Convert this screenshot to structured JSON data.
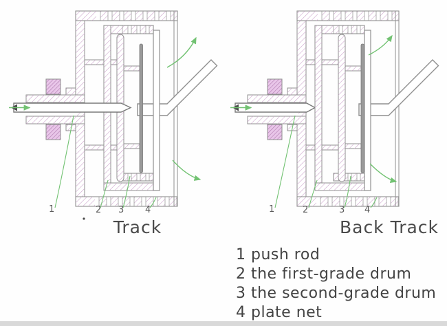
{
  "captions": {
    "left": "Track",
    "right": "Back Track"
  },
  "part_numbers": {
    "n1": "1",
    "n2": "2",
    "n3": "3",
    "n4": "4"
  },
  "legend": {
    "items": [
      "1 push rod",
      "2 the first-grade drum",
      "3 the second-grade drum",
      "4 plate net"
    ]
  },
  "colors": {
    "hatch": "#c9a0c9",
    "hatch_dense": "#b37fb3",
    "flange_fill": "#e9c6e9",
    "wall_outline": "#8f8f8f",
    "metal_outline": "#7a7a7a",
    "plate_fill": "#9a9a9a",
    "green": "#72c272",
    "arrow_dark": "#4a4a4a",
    "text": "#434343",
    "bottom_strip": "#d9d9d9"
  }
}
